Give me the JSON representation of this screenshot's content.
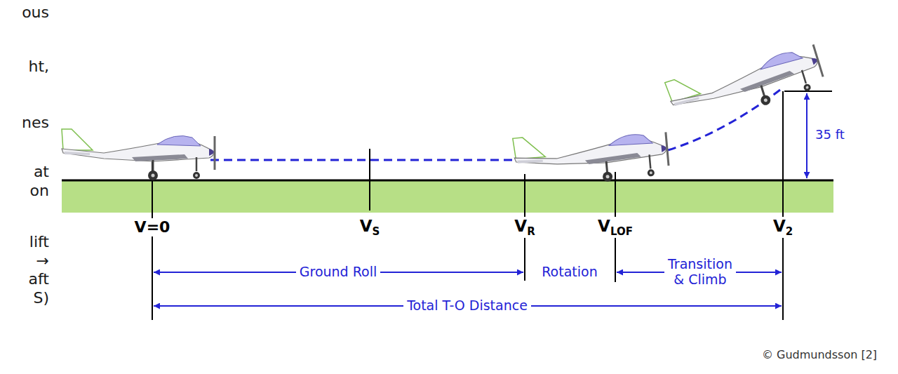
{
  "diagram": {
    "labels": [
      "ous",
      "ht,",
      "nes",
      "at",
      "on",
      "lift",
      "→",
      "aft",
      "S)",
      "V=0",
      "VS",
      "VR",
      "VLOF",
      "V2",
      "35 ft",
      "Ground Roll",
      "Rotation",
      "Transition & Climb",
      "Total T-O Distance",
      "© Gudmundsson [2]"
    ]
  }
}
